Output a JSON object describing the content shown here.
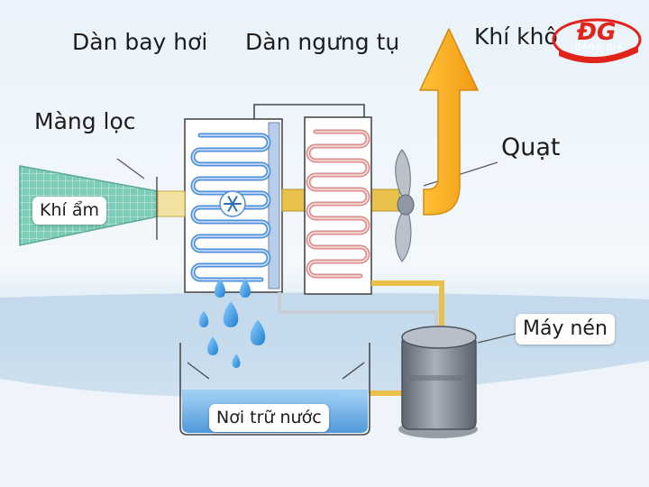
{
  "labels": {
    "evaporator": "Dàn bay hơi",
    "condenser": "Dàn ngưng tụ",
    "dry_air": "Khí khô",
    "filter": "Màng lọc",
    "fan": "Quạt",
    "humid_air": "Khí ẩm",
    "compressor": "Máy nén",
    "water_tank": "Nơi trữ nước"
  },
  "logo": {
    "mark": "ĐG",
    "text": "ĐĂNG GIA"
  },
  "colors": {
    "evaporator_coil": "#4f8fd6",
    "condenser_coil": "#d98e8e",
    "air_arrow": "#f5a81c",
    "duct": "#e8c24a",
    "humid_air_grid": "#5fb7a4",
    "water": "#6fb1e8",
    "compressor": "#7b8390",
    "logo": "#e2231a"
  },
  "icons": [
    "snowflake-icon",
    "fan-icon",
    "water-drop-icon",
    "dry-air-arrow-icon",
    "logo-icon"
  ]
}
